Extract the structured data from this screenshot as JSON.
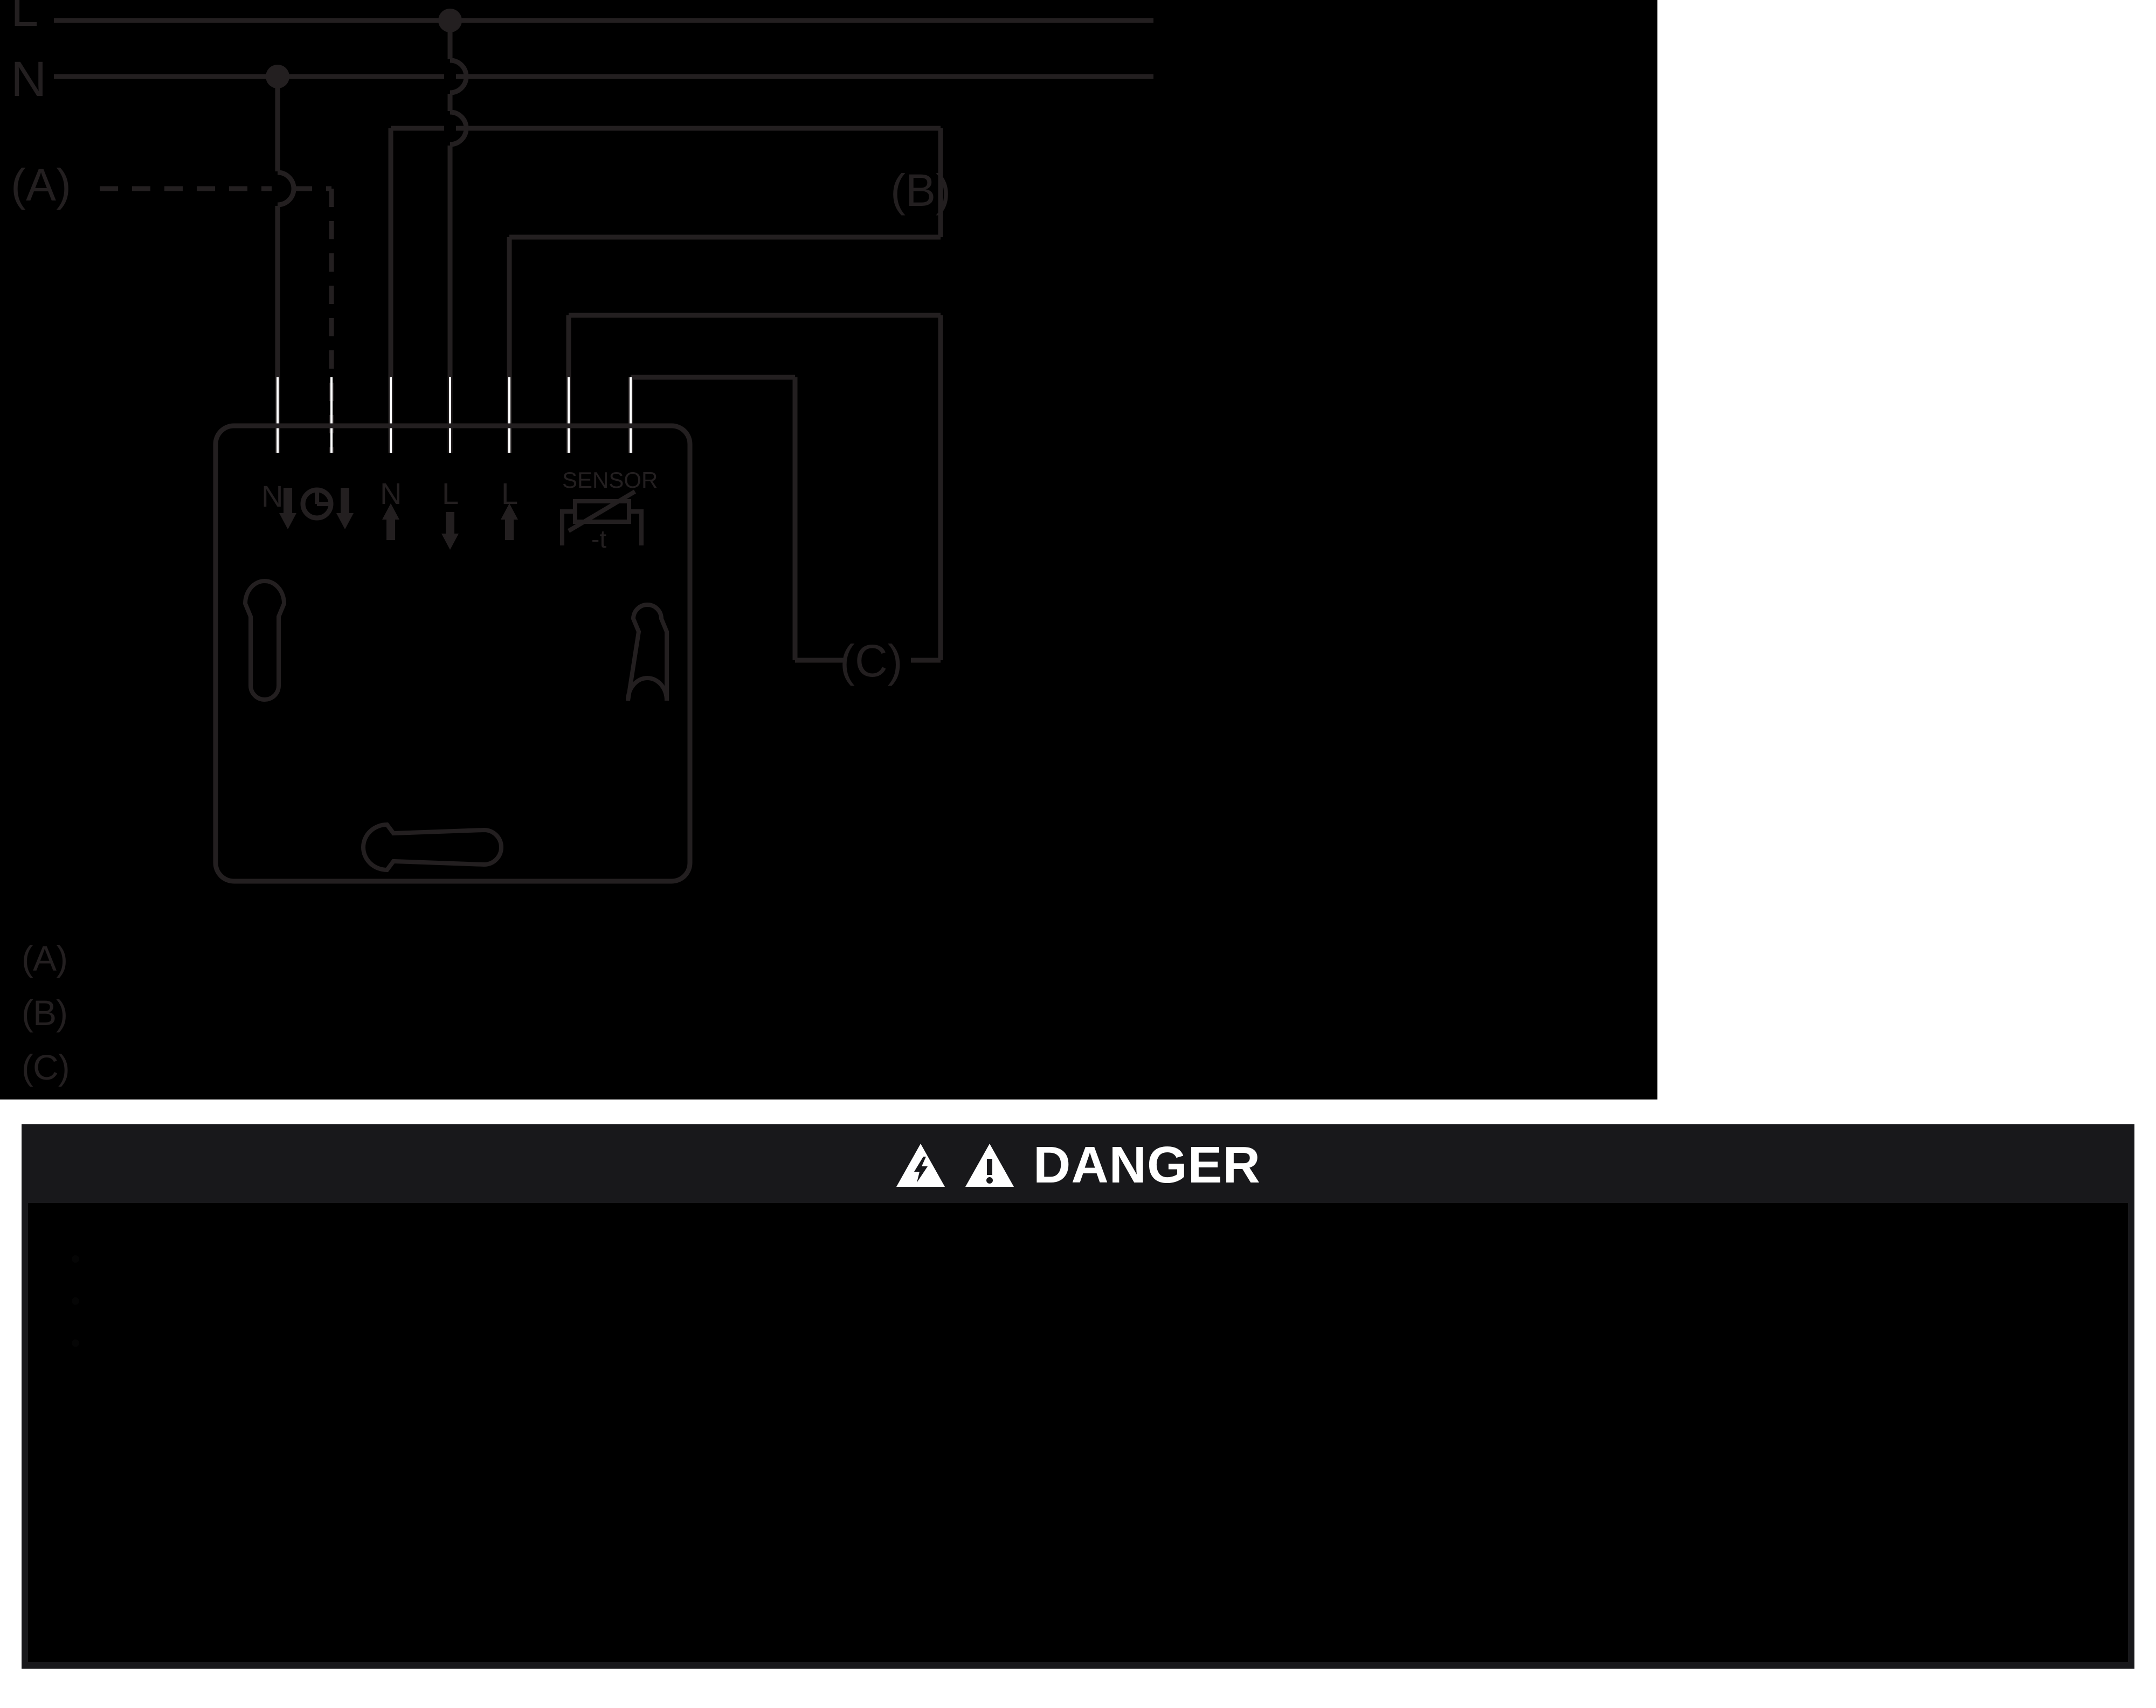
{
  "diagram": {
    "title": "thermostat-wiring-diagram",
    "supply_labels": [
      {
        "id": "L",
        "text": "L"
      },
      {
        "id": "N",
        "text": "N"
      }
    ],
    "callouts": [
      {
        "id": "A",
        "text": "(A)"
      },
      {
        "id": "B",
        "text": "(B)"
      },
      {
        "id": "C",
        "text": "(C)"
      }
    ],
    "terminals": [
      {
        "index": 1,
        "label": "N",
        "arrow": "down",
        "icon": "none"
      },
      {
        "index": 2,
        "label": "",
        "arrow": "down",
        "icon": "clock-icon"
      },
      {
        "index": 3,
        "label": "N",
        "arrow": "up",
        "icon": "none"
      },
      {
        "index": 4,
        "label": "L",
        "arrow": "down",
        "icon": "none"
      },
      {
        "index": 5,
        "label": "L",
        "arrow": "up",
        "icon": "none"
      },
      {
        "index": 6,
        "label": "SENSOR",
        "arrow": "none",
        "icon": "ntc-thermistor-icon"
      }
    ],
    "sensor": {
      "caption": "SENSOR",
      "coefficient": "-t"
    },
    "colors": {
      "canvas": "#000000",
      "line": "#231f20",
      "page": "#ffffff",
      "banner": "#18181b",
      "banner_text": "#ffffff"
    }
  },
  "legend": {
    "items": [
      {
        "key": "(A)",
        "text": ""
      },
      {
        "key": "(B)",
        "text": ""
      },
      {
        "key": "(C)",
        "text": ""
      }
    ]
  },
  "danger": {
    "title": "DANGER",
    "icons": [
      "high-voltage-warning-icon",
      "general-warning-icon"
    ],
    "body_paragraphs": [
      "",
      ""
    ],
    "body_items": [
      "",
      "",
      ""
    ]
  }
}
